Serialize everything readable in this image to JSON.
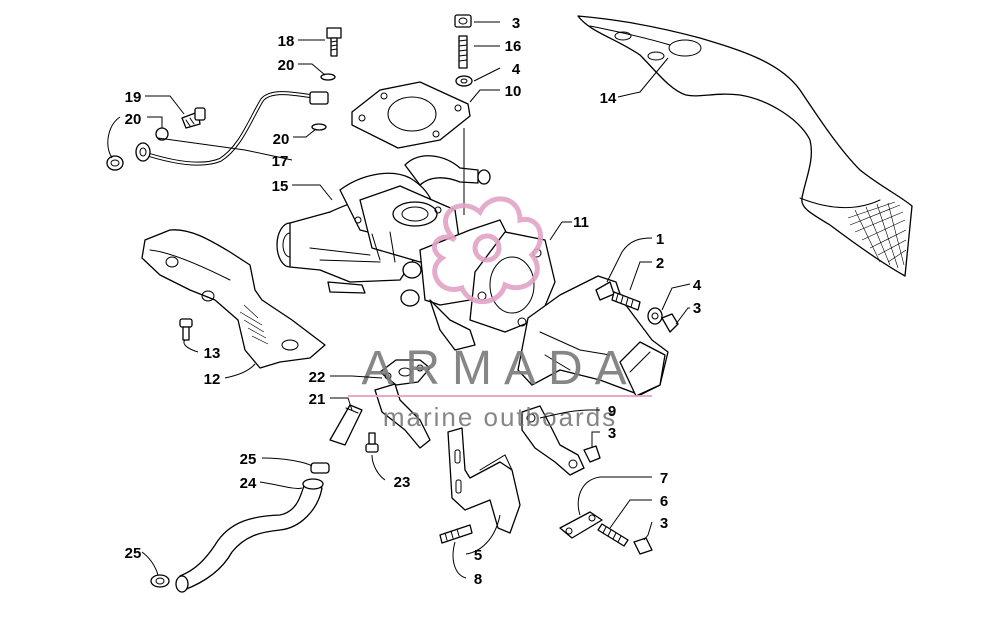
{
  "diagram": {
    "callouts": [
      {
        "id": "c18",
        "text": "18"
      },
      {
        "id": "c20a",
        "text": "20"
      },
      {
        "id": "c19",
        "text": "19"
      },
      {
        "id": "c20b",
        "text": "20"
      },
      {
        "id": "c20c",
        "text": "20"
      },
      {
        "id": "c17",
        "text": "17"
      },
      {
        "id": "c15",
        "text": "15"
      },
      {
        "id": "c3a",
        "text": "3"
      },
      {
        "id": "c16",
        "text": "16"
      },
      {
        "id": "c4a",
        "text": "4"
      },
      {
        "id": "c10",
        "text": "10"
      },
      {
        "id": "c14",
        "text": "14"
      },
      {
        "id": "c11",
        "text": "11"
      },
      {
        "id": "c1",
        "text": "1"
      },
      {
        "id": "c2",
        "text": "2"
      },
      {
        "id": "c4b",
        "text": "4"
      },
      {
        "id": "c3b",
        "text": "3"
      },
      {
        "id": "c13",
        "text": "13"
      },
      {
        "id": "c12",
        "text": "12"
      },
      {
        "id": "c22",
        "text": "22"
      },
      {
        "id": "c21",
        "text": "21"
      },
      {
        "id": "c9",
        "text": "9"
      },
      {
        "id": "c3c",
        "text": "3"
      },
      {
        "id": "c25a",
        "text": "25"
      },
      {
        "id": "c23",
        "text": "23"
      },
      {
        "id": "c24",
        "text": "24"
      },
      {
        "id": "c7",
        "text": "7"
      },
      {
        "id": "c6",
        "text": "6"
      },
      {
        "id": "c3d",
        "text": "3"
      },
      {
        "id": "c5",
        "text": "5"
      },
      {
        "id": "c8",
        "text": "8"
      },
      {
        "id": "c25b",
        "text": "25"
      }
    ]
  },
  "watermark": {
    "title": "ARMADA",
    "subtitle": "marine outboards",
    "color": "#e3a3c6"
  }
}
